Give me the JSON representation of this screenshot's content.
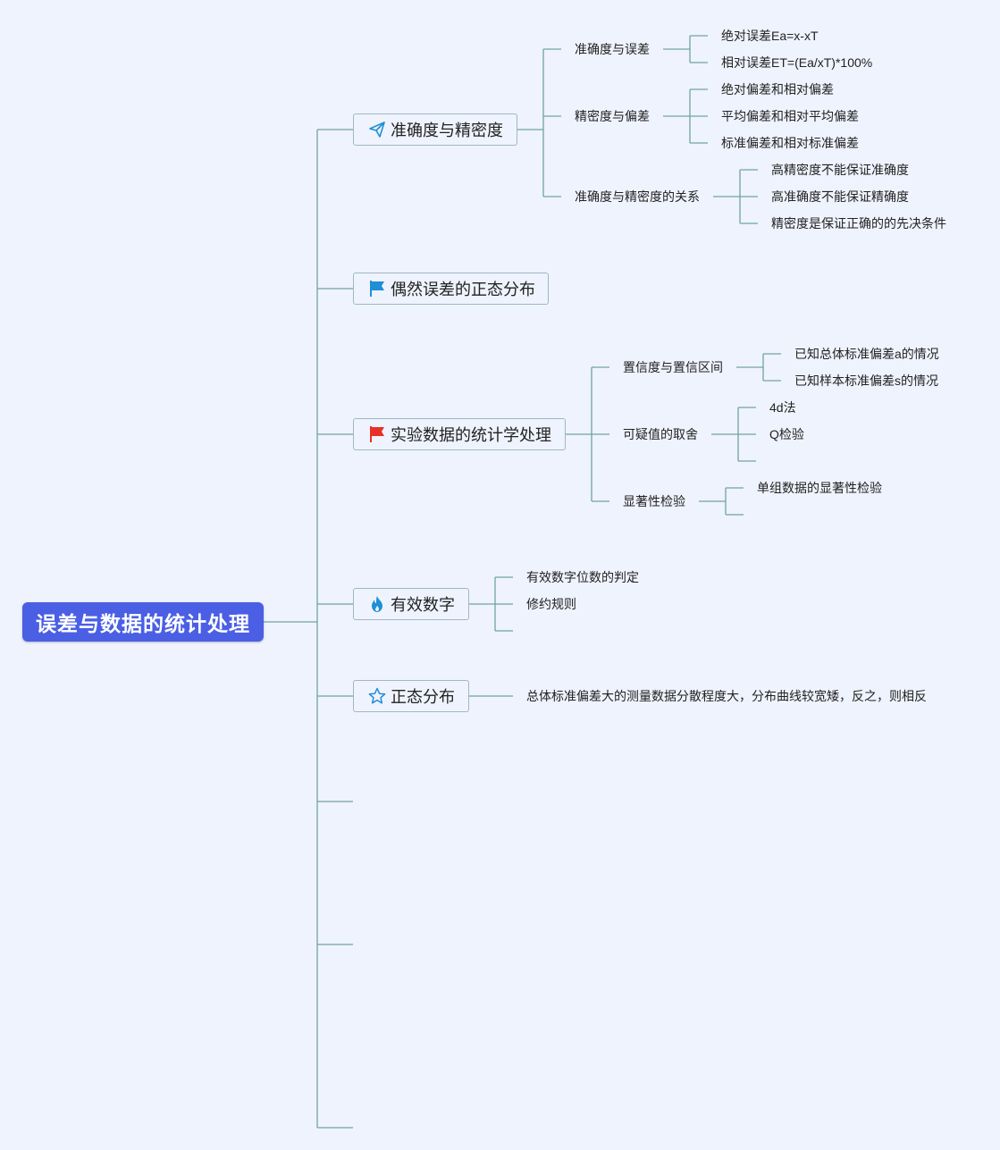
{
  "root": "误差与数据的统计处理",
  "branches": [
    {
      "label": "准确度与精密度",
      "icon": "paper-plane-icon",
      "children": [
        {
          "label": "准确度与误差",
          "leaves": [
            "绝对误差Ea=x-xT",
            "相对误差ET=(Ea/xT)*100%"
          ]
        },
        {
          "label": "精密度与偏差",
          "leaves": [
            "绝对偏差和相对偏差",
            "平均偏差和相对平均偏差",
            "标准偏差和相对标准偏差"
          ]
        },
        {
          "label": "准确度与精密度的关系",
          "leaves": [
            "高精密度不能保证准确度",
            "高准确度不能保证精确度",
            "精密度是保证正确的的先决条件"
          ]
        }
      ]
    },
    {
      "label": "偶然误差的正态分布",
      "icon": "blue-flag-icon",
      "children": []
    },
    {
      "label": "实验数据的统计学处理",
      "icon": "red-flag-icon",
      "children": [
        {
          "label": "置信度与置信区间",
          "leaves": [
            "已知总体标准偏差a的情况",
            "已知样本标准偏差s的情况"
          ]
        },
        {
          "label": "可疑值的取舍",
          "leaves": [
            "4d法",
            "Q检验",
            ""
          ]
        },
        {
          "label": "显著性检验",
          "leaves": [
            "单组数据的显著性检验",
            ""
          ]
        }
      ]
    },
    {
      "label": "有效数字",
      "icon": "fire-icon",
      "leaves": [
        "有效数字位数的判定",
        "修约规则",
        ""
      ]
    },
    {
      "label": "正态分布",
      "icon": "star-icon",
      "note": "总体标准偏差大的测量数据分散程度大，分布曲线较宽矮，反之，则相反"
    }
  ],
  "colors": {
    "root_fill": "#4a5fe4",
    "background": "#eff3fd",
    "connector": "#5e9a98",
    "node_border": "#9fb7c6",
    "blue_flag": "#1f8fd6",
    "red_flag": "#e8302a",
    "fire": "#1f8fd6",
    "star": "#1f8fd6",
    "plane": "#1f8fd6"
  }
}
